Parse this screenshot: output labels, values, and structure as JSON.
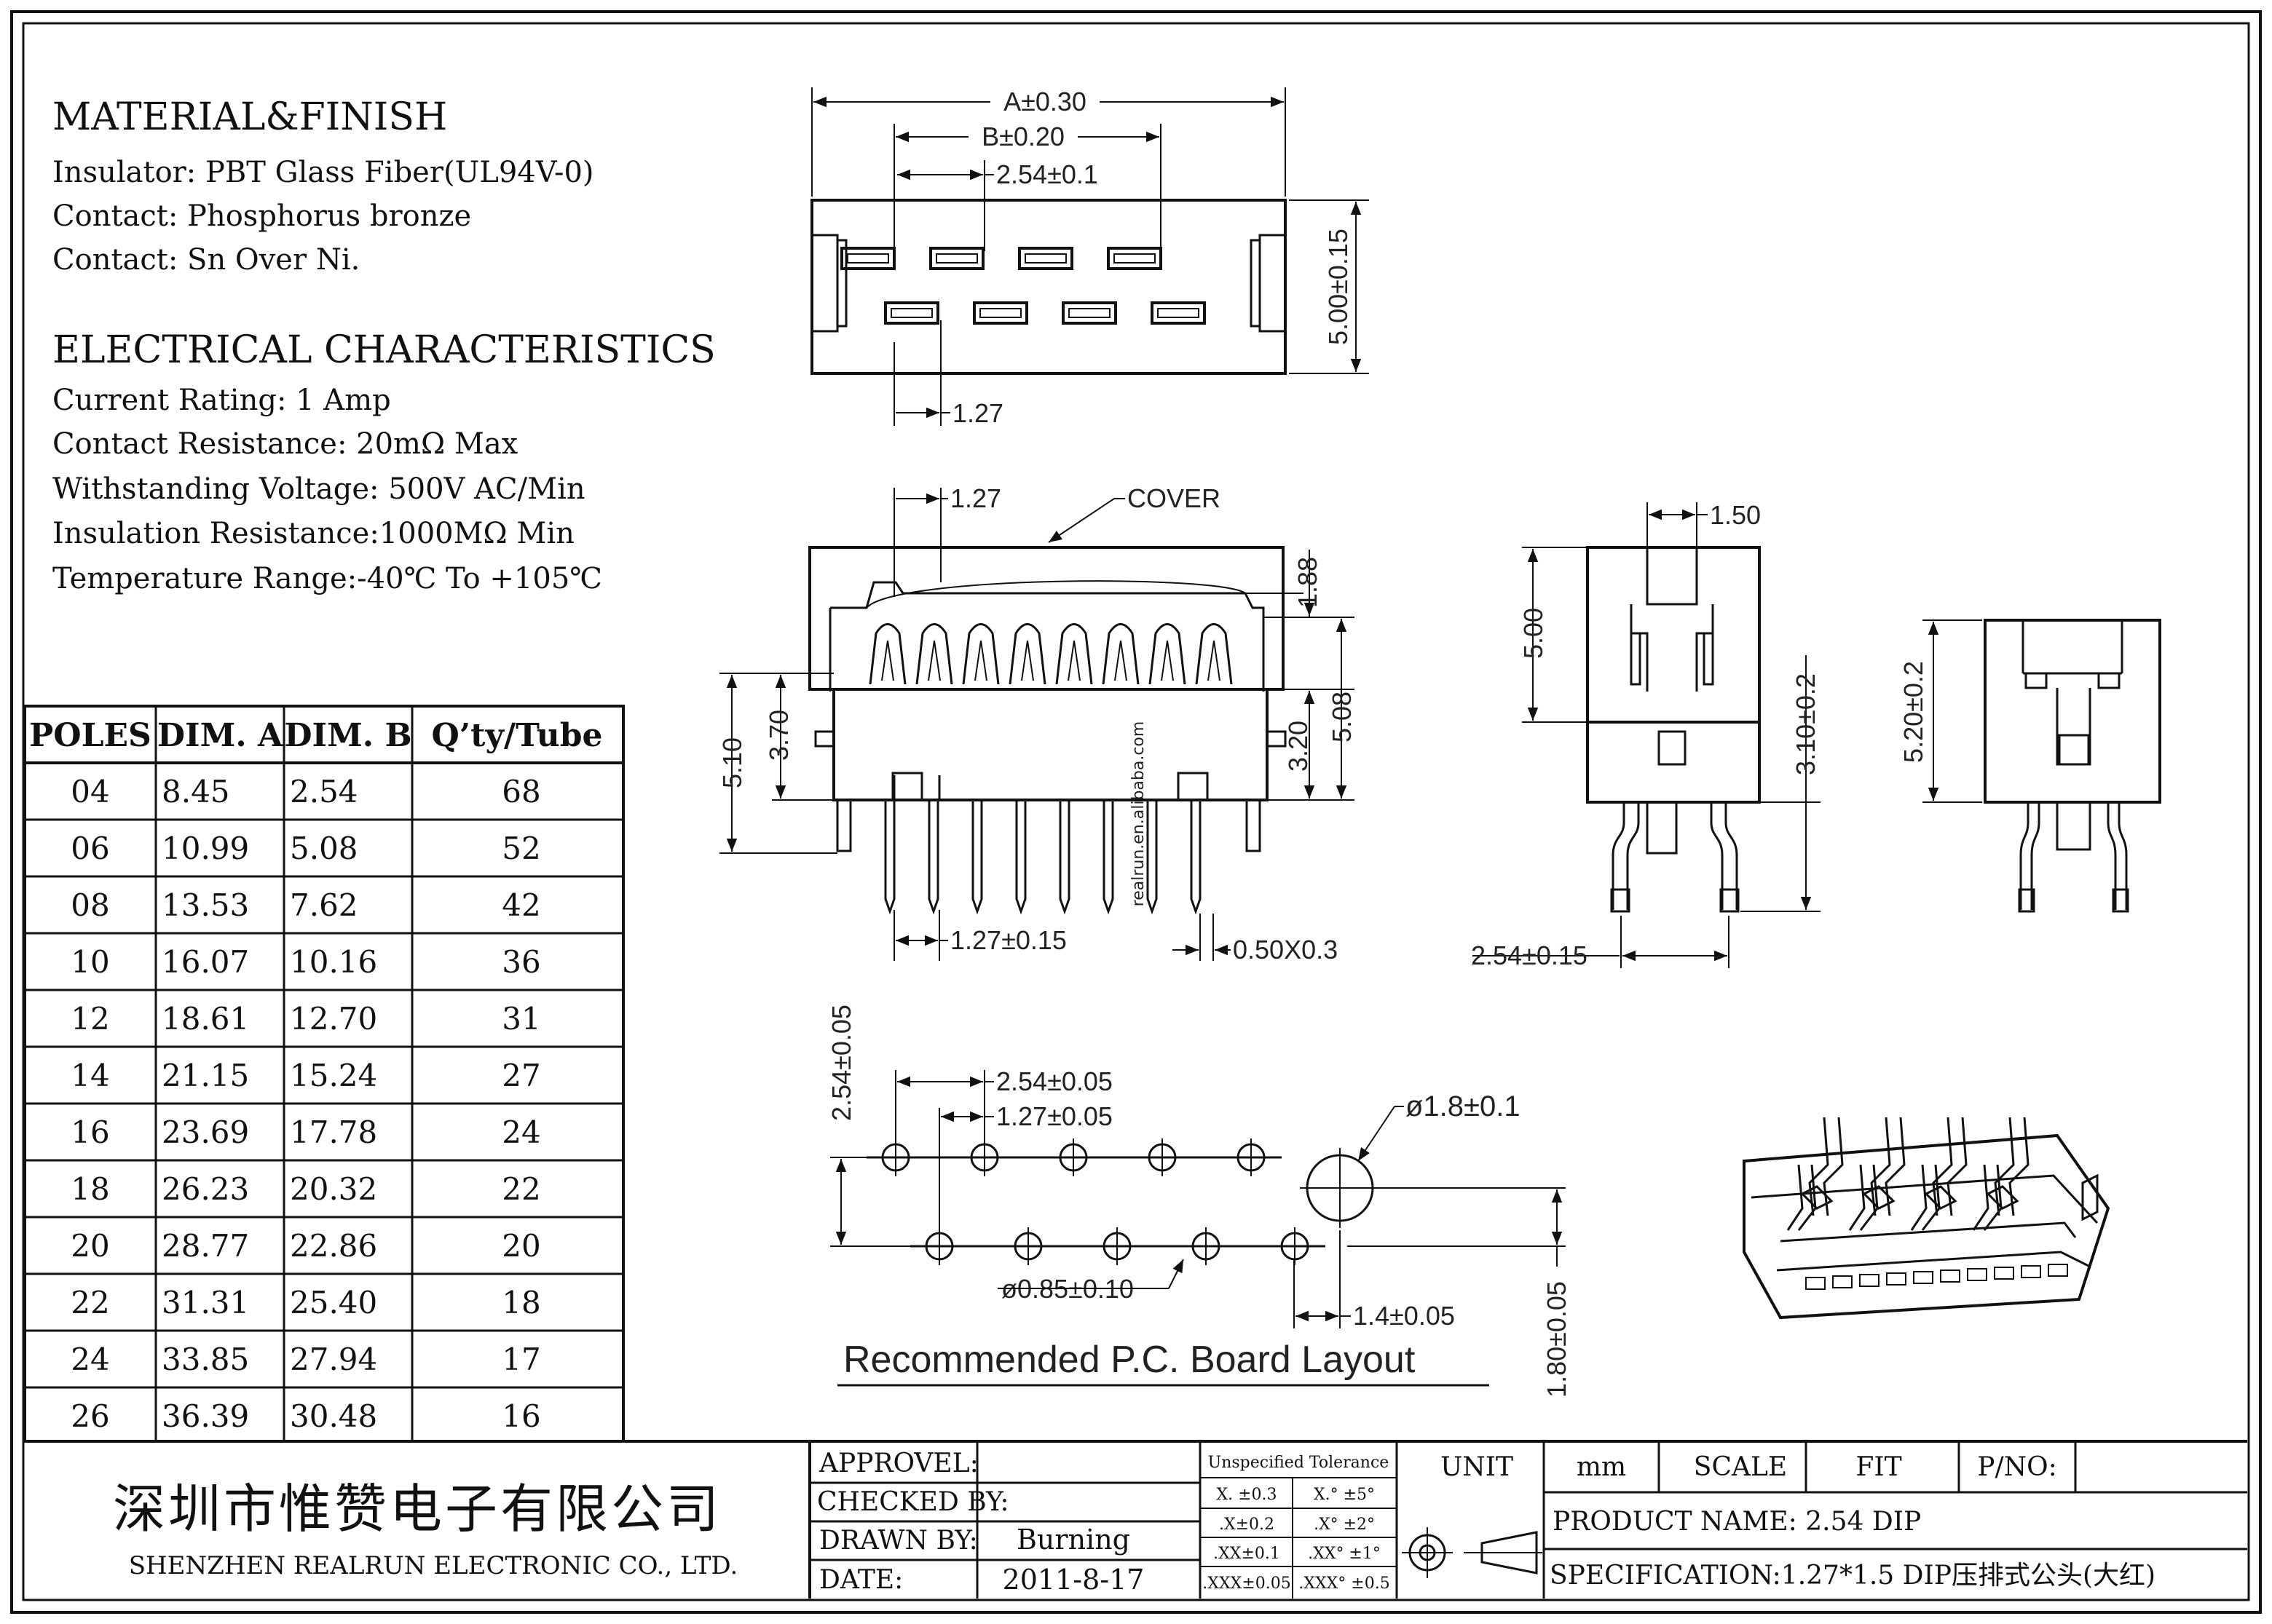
{
  "material": {
    "heading": "MATERIAL&FINISH",
    "lines": [
      "Insulator: PBT Glass Fiber(UL94V-0)",
      "Contact: Phosphorus bronze",
      "Contact: Sn Over Ni."
    ]
  },
  "electrical": {
    "heading": "ELECTRICAL CHARACTERISTICS",
    "lines": [
      "Current Rating: 1 Amp",
      "Contact Resistance: 20mΩ Max",
      "Withstanding Voltage: 500V AC/Min",
      "Insulation Resistance:1000MΩ Min",
      "Temperature Range:-40℃ To +105℃"
    ]
  },
  "table": {
    "headers": [
      "POLES",
      "DIM. A",
      "DIM. B",
      "Q’ty/Tube"
    ],
    "rows": [
      [
        "04",
        "8.45",
        "2.54",
        "68"
      ],
      [
        "06",
        "10.99",
        "5.08",
        "52"
      ],
      [
        "08",
        "13.53",
        "7.62",
        "42"
      ],
      [
        "10",
        "16.07",
        "10.16",
        "36"
      ],
      [
        "12",
        "18.61",
        "12.70",
        "31"
      ],
      [
        "14",
        "21.15",
        "15.24",
        "27"
      ],
      [
        "16",
        "23.69",
        "17.78",
        "24"
      ],
      [
        "18",
        "26.23",
        "20.32",
        "22"
      ],
      [
        "20",
        "28.77",
        "22.86",
        "20"
      ],
      [
        "22",
        "31.31",
        "25.40",
        "18"
      ],
      [
        "24",
        "33.85",
        "27.94",
        "17"
      ],
      [
        "26",
        "36.39",
        "30.48",
        "16"
      ]
    ]
  },
  "dims": {
    "top_a": "A±0.30",
    "top_b": "B±0.20",
    "top_pitch": "2.54±0.1",
    "top_height": "5.00±0.15",
    "top_offset": "1.27",
    "front_offset": "1.27",
    "front_cover": "COVER",
    "front_188": "1.88",
    "front_508": "5.08",
    "front_320": "3.20",
    "front_510": "5.10",
    "front_370": "3.70",
    "front_pitch": "1.27±0.15",
    "front_pin": "0.50X0.3",
    "side_150": "1.50",
    "side_500": "5.00",
    "side_310": "3.10±0.2",
    "side_254": "2.54±0.15",
    "side2_520": "5.20±0.2",
    "pcb_254v": "2.54±0.05",
    "pcb_254h": "2.54±0.05",
    "pcb_127": "1.27±0.05",
    "pcb_18": "ø1.8±0.1",
    "pcb_085": "ø0.85±0.10",
    "pcb_14": "1.4±0.05",
    "pcb_180": "1.80±0.05",
    "pcb_title": "Recommended P.C. Board Layout"
  },
  "watermark": "realrun.en.alibaba.com",
  "company": {
    "name_cn": "深圳市惟赞电子有限公司",
    "name_en": "SHENZHEN REALRUN ELECTRONIC CO., LTD."
  },
  "titleblock": {
    "approvel": "APPROVEL:",
    "checked": "CHECKED BY:",
    "drawn": "DRAWN BY:",
    "drawn_value": "Burning",
    "date": "DATE:",
    "date_value": "2011-8-17",
    "tol_title": "Unspecified Tolerance",
    "tol": [
      [
        "X. ±0.3",
        "X.° ±5°"
      ],
      [
        ".X±0.2",
        ".X° ±2°"
      ],
      [
        ".XX±0.1",
        ".XX° ±1°"
      ],
      [
        ".XXX±0.05",
        ".XXX° ±0.5"
      ]
    ],
    "unit_label": "UNIT",
    "unit_value": "mm",
    "scale_label": "SCALE",
    "scale_value": "FIT",
    "pno_label": "P/NO:",
    "product": "PRODUCT NAME: 2.54 DIP",
    "spec": "SPECIFICATION:1.27*1.5 DIP压排式公头(大红)"
  }
}
